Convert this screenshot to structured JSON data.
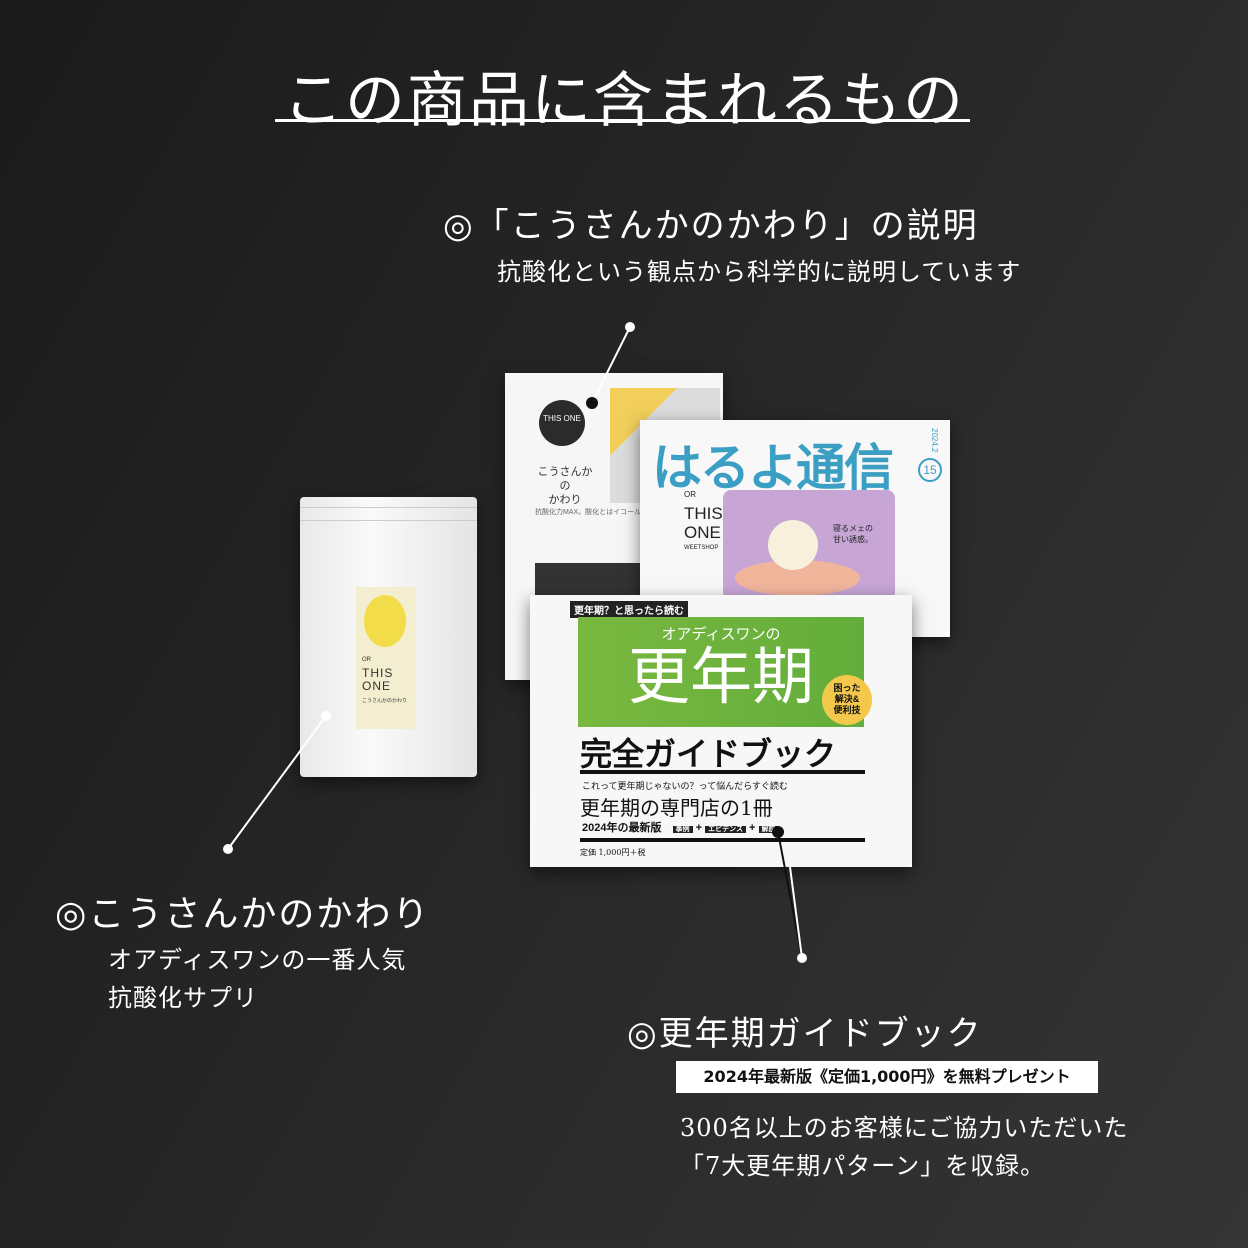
{
  "title": "この商品に含まれるもの",
  "leaflet_section": {
    "heading": "◎「こうさんかのかわり」の説明",
    "description": "抗酸化という観点から科学的に説明しています"
  },
  "supplement_section": {
    "heading": "◎こうさんかのかわり",
    "description_lines": [
      "オアディスワンの一番人気",
      "抗酸化サプリ"
    ]
  },
  "guidebook_section": {
    "heading": "◎更年期ガイドブック",
    "badge": "2024年最新版《定価1,000円》を無料プレゼント",
    "description_lines": [
      "300名以上のお客様にご協力いただいた",
      "「7大更年期パターン」を収録。"
    ]
  },
  "products": {
    "pouch": {
      "brand_small": "OR",
      "brand": "THIS ONE",
      "name": "こうさんかのかわり"
    },
    "leaflet": {
      "logo": "THIS ONE",
      "title_lines": [
        "こうさんかの",
        "かわり"
      ],
      "body": "抗酸化力MAX。酸化とはイコール老"
    },
    "newsletter": {
      "title": "はるよ通信",
      "vol": "15",
      "date": "2024.2",
      "brand_small": "OR",
      "brand": "THIS ONE",
      "shop": "WEETSHOP",
      "caption_lines": [
        "寝るメェの",
        "甘い誘惑。"
      ]
    },
    "guidebook": {
      "tag": "更年期？と思ったら読む",
      "subtitle": "オアディスワンの",
      "main": "更年期",
      "circle_lines": [
        "困った",
        "解決&",
        "便利技"
      ],
      "title": "完全ガイドブック",
      "tagline": "これって更年期じゃないの？って悩んだらすぐ読む",
      "headline": "更年期の専門店の1冊",
      "edition": "2024年の最新版",
      "chips": [
        "事例",
        "エビデンス",
        "解説"
      ],
      "price": "定価 1,000円＋税"
    }
  },
  "colors": {
    "background": "#262626",
    "newsletter_blue": "#3a9fc2",
    "guide_green": "#6fb43f",
    "circle_yellow": "#f3c84b"
  }
}
